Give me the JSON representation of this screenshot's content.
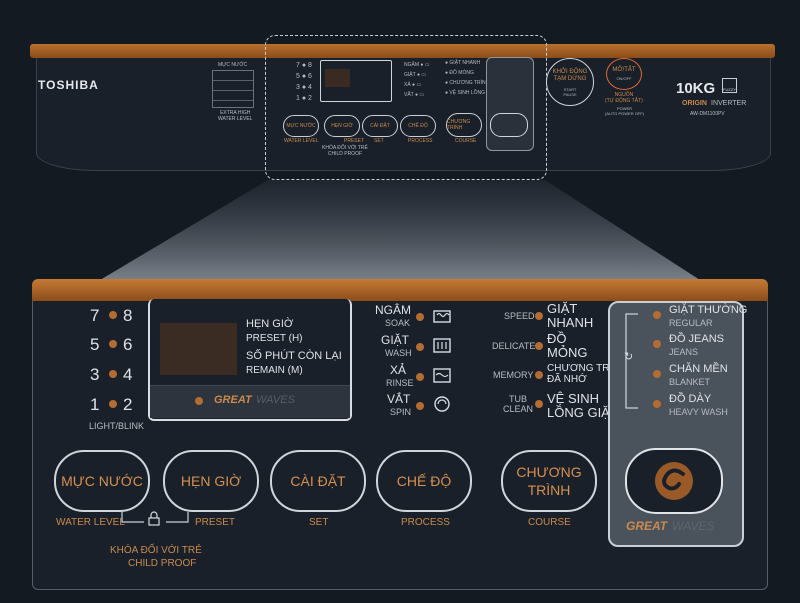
{
  "overview": {
    "brand": "TOSHIBA",
    "water_level_title": "MỰC NƯỚC",
    "extra_label": "EXTRA HIGH\nWATER LEVEL",
    "start_pause": "KHỞI ĐỘNG\nTẠM DỪNG",
    "start_pause_en": "START\nPAUSE",
    "power": "MỞ/TẮT",
    "power_en": "ON/OFF",
    "power_source": "NGUỒN\n(TỰ ĐỘNG TẮT)",
    "power_source_en": "POWER\n(AUTO POWER OFF)",
    "capacity": "10KG",
    "fuzzy": "FUZZY",
    "origin": "ORIGIN",
    "inverter": "INVERTER",
    "model": "AW-DM1100PV",
    "mini_buttons": [
      "MỰC NƯỚC",
      "HẸN GIỜ",
      "CÀI ĐẶT",
      "CHẾ ĐỘ",
      "CHƯƠNG TRÌNH"
    ],
    "mini_caps": [
      "WATER LEVEL",
      "PRESET",
      "SET",
      "PROCESS",
      "COURSE"
    ],
    "mini_child": "KHÓA ĐỐI VỚI TRẺ\nCHILD PROOF"
  },
  "panel": {
    "numbers": [
      [
        "7",
        "8"
      ],
      [
        "5",
        "6"
      ],
      [
        "3",
        "4"
      ],
      [
        "1",
        "2"
      ]
    ],
    "light_blink": "LIGHT/BLINK",
    "display": {
      "preset_vn": "HẸN GIỜ",
      "preset_en": "PRESET (H)",
      "remain_vn": "SỐ PHÚT CÒN LẠI",
      "remain_en": "REMAIN (M)",
      "logo_a": "GREAT",
      "logo_b": "WAVES"
    },
    "processes": [
      {
        "vn": "NGÂM",
        "en": "SOAK"
      },
      {
        "vn": "GIẶT",
        "en": "WASH"
      },
      {
        "vn": "XẢ",
        "en": "RINSE"
      },
      {
        "vn": "VẮT",
        "en": "SPIN"
      }
    ],
    "courses_left": [
      {
        "en": "SPEED",
        "vn": "GIẶT\nNHANH"
      },
      {
        "en": "DELICATE",
        "vn": "ĐỒ\nMỎNG"
      },
      {
        "en": "MEMORY",
        "vn": "CHƯƠNG TRÌNH\nĐÃ NHỚ"
      },
      {
        "en": "TUB\nCLEAN",
        "vn": "VỆ SINH\nLỒNG GIẶT"
      }
    ],
    "courses_right": [
      {
        "vn": "GIẶT THƯỜNG",
        "en": "REGULAR"
      },
      {
        "vn": "ĐỒ JEANS",
        "en": "JEANS"
      },
      {
        "vn": "CHĂN MỀN",
        "en": "BLANKET"
      },
      {
        "vn": "ĐỒ DÀY",
        "en": "HEAVY WASH"
      }
    ],
    "buttons": {
      "water_level": "MỰC NƯỚC",
      "preset": "HẸN GIỜ",
      "set": "CÀI ĐẶT",
      "process": "CHẾ ĐỘ",
      "course": "CHƯƠNG\nTRÌNH"
    },
    "captions": {
      "water_level": "WATER LEVEL",
      "preset": "PRESET",
      "set": "SET",
      "process": "PROCESS",
      "course": "COURSE",
      "child_vn": "KHÓA ĐỐI VỚI TRẺ",
      "child_en": "CHILD PROOF"
    }
  },
  "colors": {
    "accent": "#c98a4e",
    "strip": "#b8712e",
    "panel": "#1a2029"
  }
}
